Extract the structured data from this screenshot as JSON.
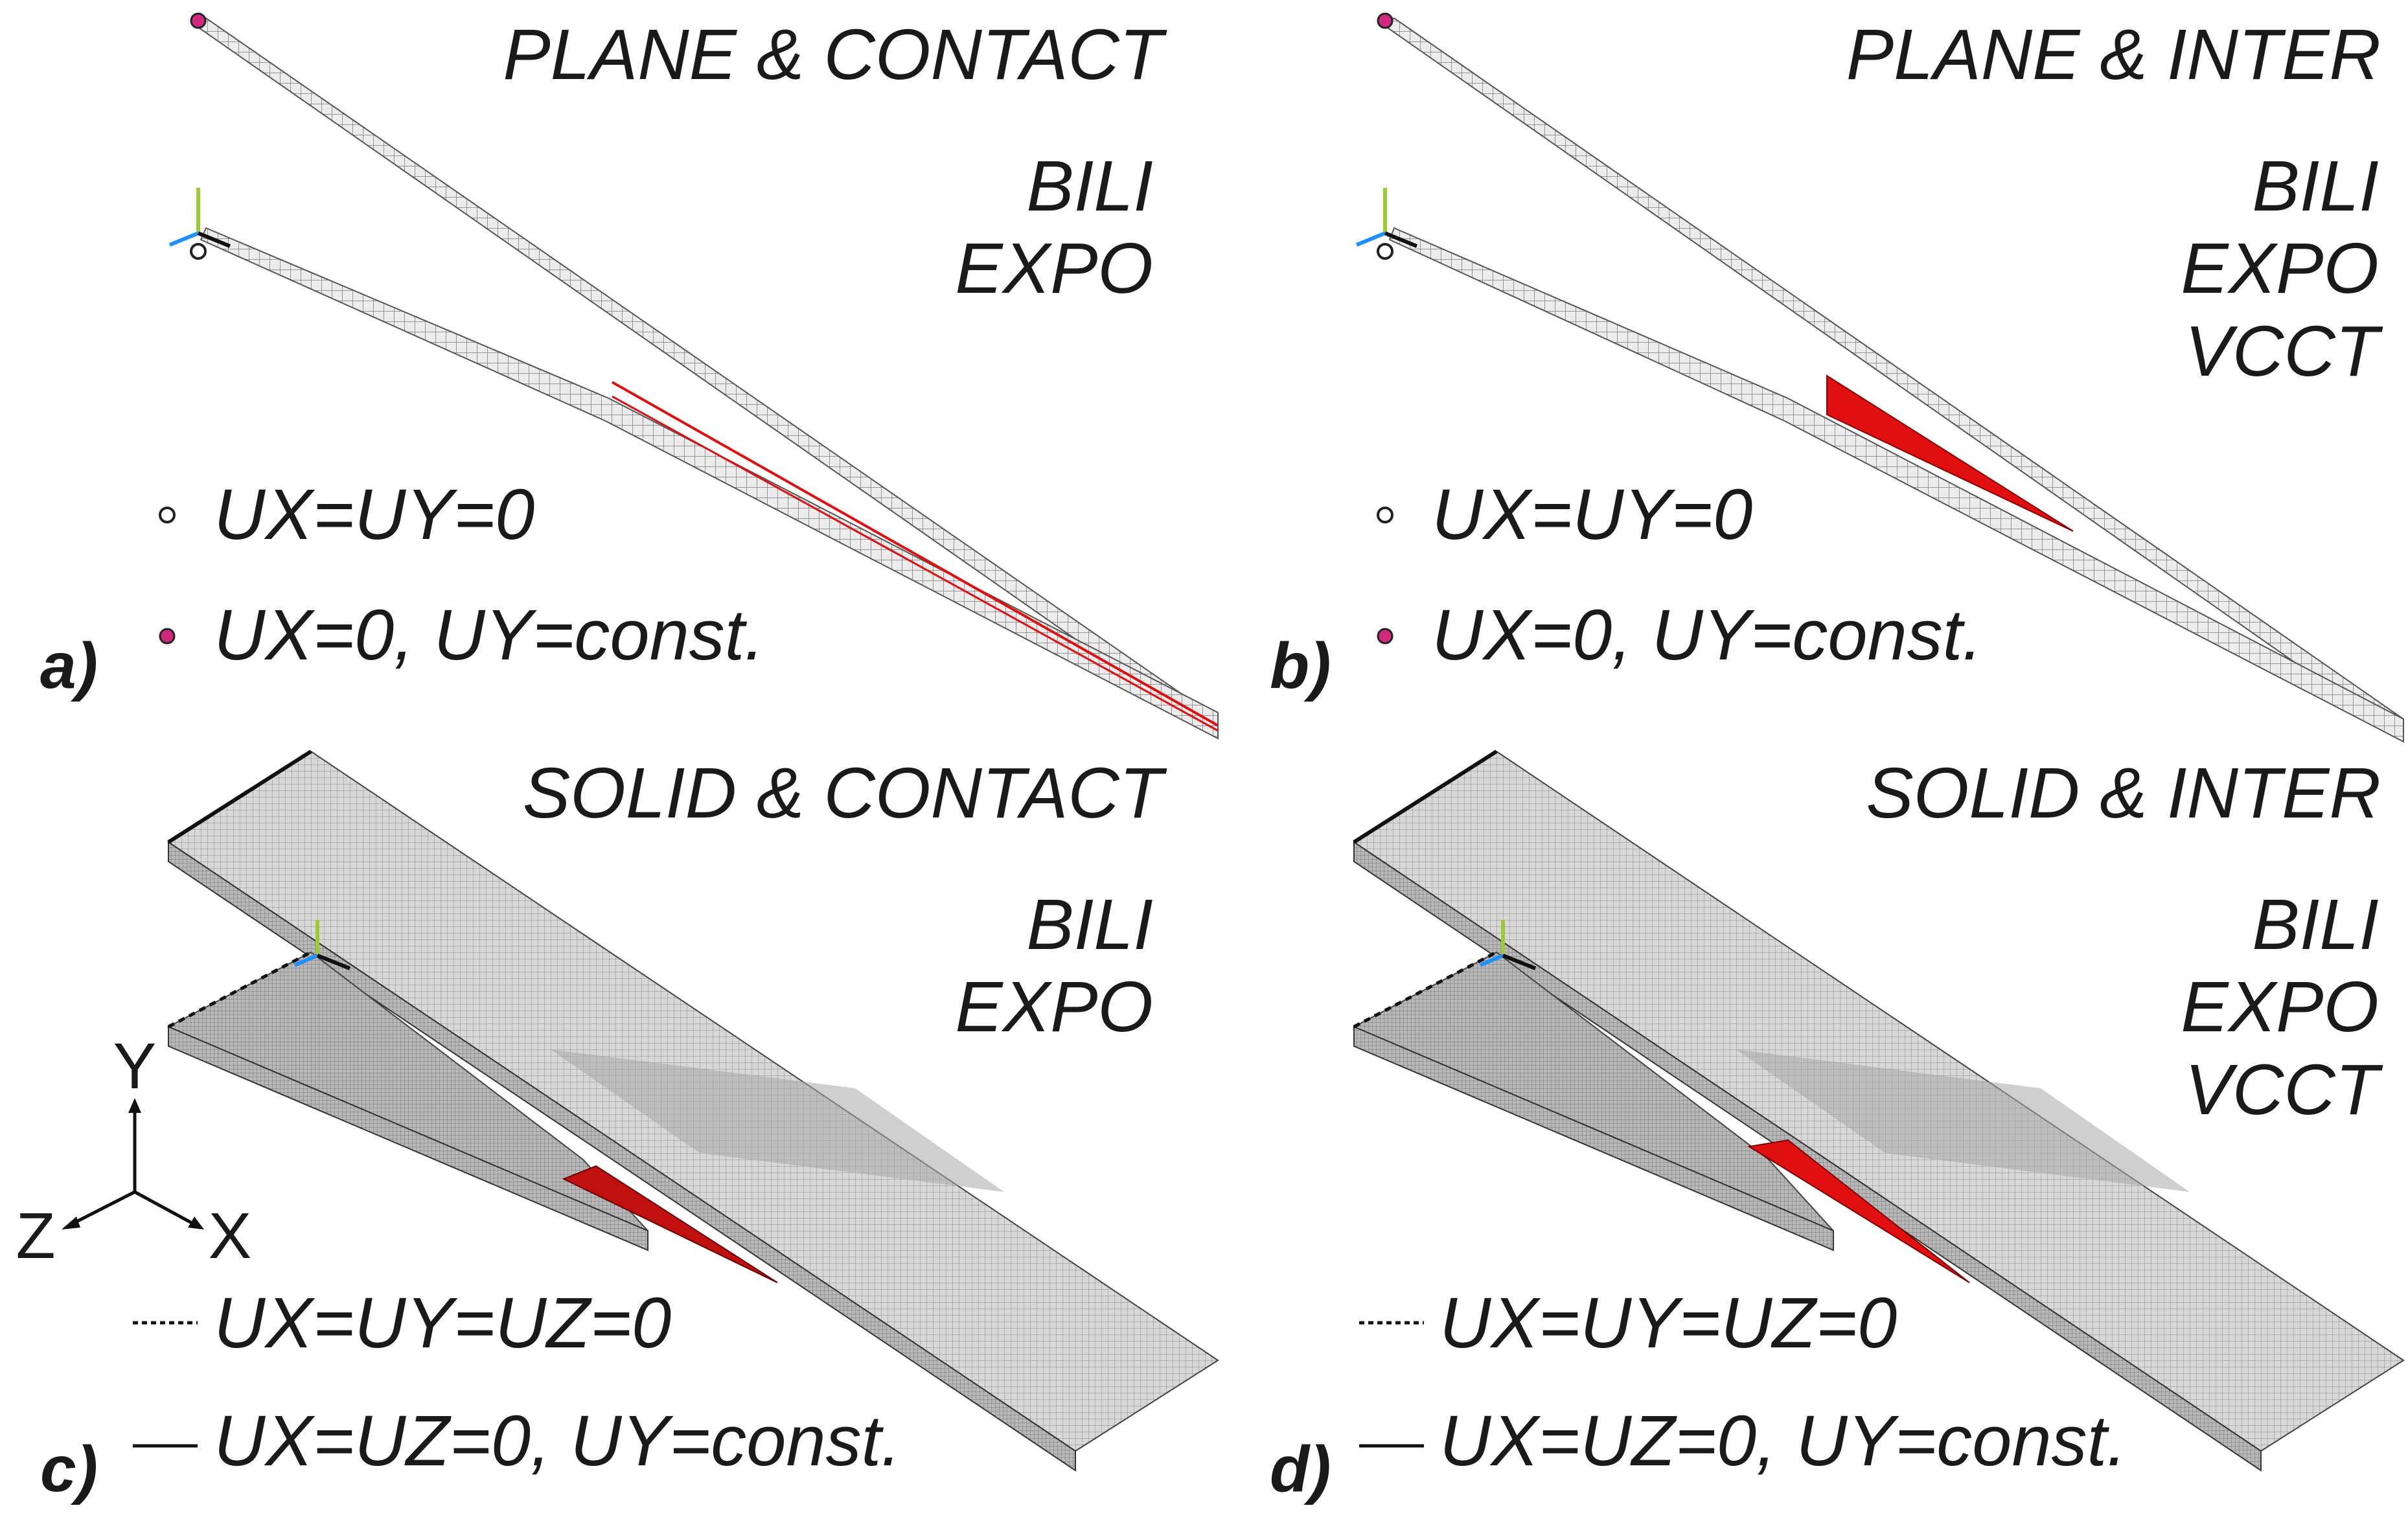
{
  "panels": {
    "a": {
      "title": "PLANE & CONTACT",
      "methods": [
        "BILI",
        "EXPO"
      ],
      "label": "a)",
      "conditions": [
        "UX=UY=0",
        "UX=0, UY=const."
      ]
    },
    "b": {
      "title": "PLANE & INTER",
      "methods": [
        "BILI",
        "EXPO",
        "VCCT"
      ],
      "label": "b)",
      "conditions": [
        "UX=UY=0",
        "UX=0, UY=const."
      ]
    },
    "c": {
      "title": "SOLID & CONTACT",
      "methods": [
        "BILI",
        "EXPO"
      ],
      "label": "c)",
      "conditions": [
        "UX=UY=UZ=0",
        "UX=UZ=0, UY=const."
      ]
    },
    "d": {
      "title": "SOLID & INTER",
      "methods": [
        "BILI",
        "EXPO",
        "VCCT"
      ],
      "label": "d)",
      "conditions": [
        "UX=UY=UZ=0",
        "UX=UZ=0, UY=const."
      ]
    }
  },
  "axes": {
    "y": "Y",
    "z": "Z",
    "x": "X"
  },
  "colors": {
    "crack": "#e01010",
    "fixed_node": "#ffffff",
    "loaded_node": "#d0287a",
    "mesh": "#555555"
  }
}
